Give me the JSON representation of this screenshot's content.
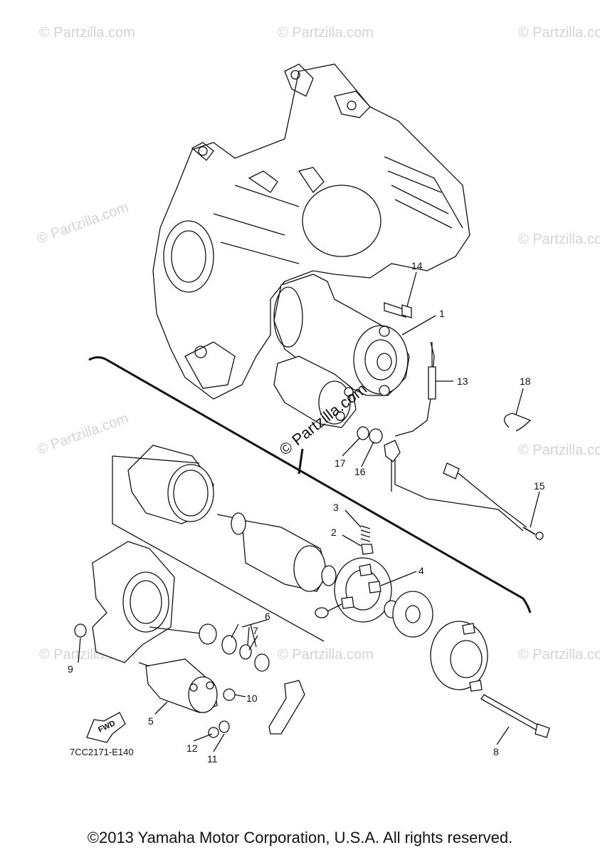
{
  "watermark": "© Partzilla.com",
  "center_watermark": "© Partzilla.com",
  "callouts": [
    "1",
    "2",
    "3",
    "4",
    "5",
    "6",
    "7",
    "8",
    "9",
    "10",
    "11",
    "12",
    "13",
    "14",
    "15",
    "16",
    "17",
    "18"
  ],
  "fwd_label": "FWD",
  "diagram_code": "7CC2171-E140",
  "copyright": "©2013 Yamaha Motor Corporation, U.S.A. All rights reserved."
}
